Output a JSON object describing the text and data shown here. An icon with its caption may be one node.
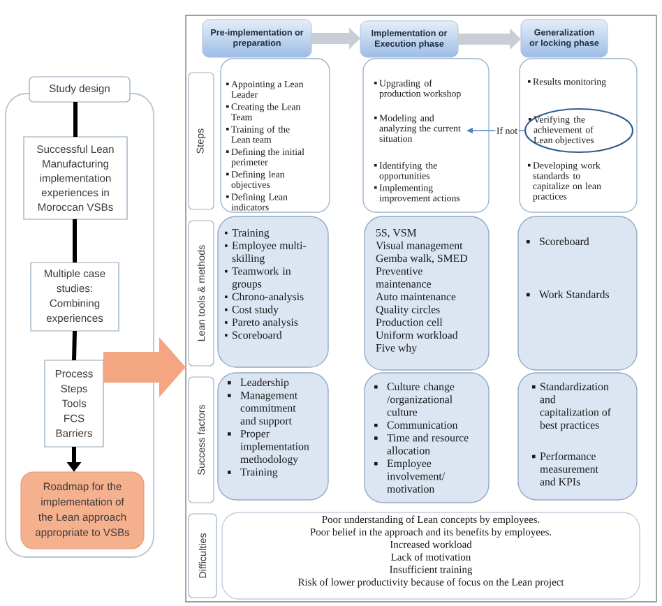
{
  "diagram": {
    "nodes": [
      {
        "text": [],
        "shape": "box"
      },
      {
        "text": [
          "Study design"
        ]
      },
      {
        "text": [
          "Successful Lean Manufacturing implementation experiences in Moroccan VSBs"
        ],
        "in": 0
      },
      {
        "text": [
          "Multiple case studies: Combining experiences"
        ],
        "in": 0
      },
      {
        "text": [
          "Process",
          "Steps",
          "Tools",
          "FCS",
          "Barriers"
        ],
        "in": 0
      },
      {
        "text": [
          "Roadmap for the implementation of the Lean approach appropriate to VSBs"
        ],
        "in": 0
      },
      {
        "text": [],
        "shape": "box"
      },
      {
        "text": [
          "Pre-implementation or preparation"
        ],
        "in": 6
      },
      {
        "text": [
          "Implementation or Execution phase"
        ],
        "in": 6
      },
      {
        "text": [
          "Generalization or locking phase"
        ],
        "in": 6
      },
      {
        "text": [
          "Steps"
        ],
        "in": 6
      },
      {
        "text": [
          "Appointing a Lean Leader",
          "Creating the Lean Team",
          "Training of the Lean team",
          "Defining the initial perimeter",
          "Defining lean objectives",
          "Defining Lean indicators"
        ],
        "in": 6
      },
      {
        "text": [
          "Upgrading of production workshop",
          "Identifying the opportunities",
          "Implementing improvement actions"
        ],
        "in": 6
      },
      {
        "text": [
          "Modeling and analyzing the current situation"
        ],
        "in": 12
      },
      {
        "text": [
          "Results monitoring",
          "Developing work standards to capitalize on lean practices"
        ],
        "in": 6
      },
      {
        "text": [
          "Verifying the achievement of Lean objectives"
        ],
        "in": 14
      },
      {
        "text": [
          "Lean tools & methods"
        ],
        "in": 6
      },
      {
        "text": [
          "Training",
          "Employee multi-skilling",
          "Teamwork in groups",
          "Chrono-analysis",
          "Cost study",
          "Pareto analysis",
          "Scoreboard"
        ],
        "in": 6
      },
      {
        "text": [
          "5S, VSM",
          "Visual management",
          "Gemba walk, SMED",
          "Preventive maintenance",
          "Auto maintenance",
          "Quality circles",
          "Production cell",
          "Uniform workload",
          "Five why"
        ],
        "in": 6
      },
      {
        "text": [
          "Scoreboard",
          "Work Standards"
        ],
        "in": 6
      },
      {
        "text": [
          "Success factors"
        ],
        "in": 6
      },
      {
        "text": [
          "Leadership",
          "Management commitment and support",
          "Proper implementation methodology",
          "Training"
        ],
        "in": 6
      },
      {
        "text": [
          "Culture change /organizational culture",
          "Communication",
          "Time and resource allocation",
          "Employee involvement/ motivation"
        ],
        "in": 6
      },
      {
        "text": [
          "Standardization and capitalization of best practices",
          "Performance measurement and KPIs"
        ],
        "in": 6
      },
      {
        "text": [
          "Difficulties"
        ],
        "in": 6
      },
      {
        "text": [
          "Poor understanding of Lean concepts by employees.",
          "Poor belief in the approach and its benefits by employees.",
          "Increased workload",
          "Lack of motivation",
          "Insufficient training",
          "Risk of lower productivity because of focus on the Lean project"
        ],
        "in": 6
      }
    ],
    "edges": [
      {
        "from": 1,
        "to": 2,
        "arrow": "none"
      },
      {
        "from": 2,
        "to": 3,
        "arrow": "none"
      },
      {
        "from": 3,
        "to": 4,
        "arrow": "none"
      },
      {
        "from": 4,
        "to": 5,
        "arrow": "to"
      },
      {
        "from": 4,
        "to": 6,
        "arrow": "to",
        "style": "thick",
        "color": "#f4a582"
      },
      {
        "from": 7,
        "to": 8,
        "arrow": "to",
        "style": "thick",
        "color": "#c9ced6"
      },
      {
        "from": 8,
        "to": 9,
        "arrow": "to",
        "style": "thick",
        "color": "#c9ced6"
      },
      {
        "from": 15,
        "to": 13,
        "arrow": "to",
        "color": "#4f81bd",
        "label": "If not"
      }
    ]
  }
}
